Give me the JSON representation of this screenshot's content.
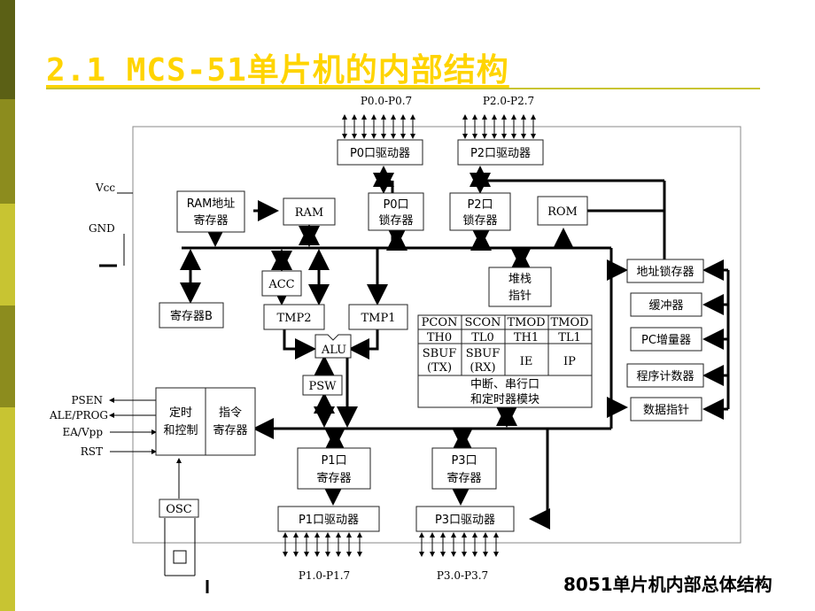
{
  "slide": {
    "title": "2.1 MCS-51单片机的内部结构",
    "caption": "8051单片机内部总体结构"
  },
  "colors": {
    "title": "#ffd400",
    "sidebar_dark": "#5b6015",
    "sidebar_mid": "#8c8c1e",
    "sidebar_light": "#c8c432",
    "rule": "#c8c432"
  },
  "ports": {
    "p0": "P0.0-P0.7",
    "p2": "P2.0-P2.7",
    "p1": "P1.0-P1.7",
    "p3": "P3.0-P3.7"
  },
  "pins": {
    "vcc": "Vcc",
    "gnd": "GND",
    "psen": "PSEN",
    "ale": "ALE/PROG",
    "ea": "EA/Vpp",
    "rst": "RST"
  },
  "blocks": {
    "p0_driver": "P0口驱动器",
    "p2_driver": "P2口驱动器",
    "ram_addr_1": "RAM地址",
    "ram_addr_2": "寄存器",
    "ram": "RAM",
    "p0_latch_1": "P0口",
    "p0_latch_2": "锁存器",
    "p2_latch_1": "P2口",
    "p2_latch_2": "锁存器",
    "rom": "ROM",
    "acc": "ACC",
    "stack_1": "堆栈",
    "stack_2": "指针",
    "reg_b": "寄存器B",
    "tmp2": "TMP2",
    "tmp1": "TMP1",
    "alu": "ALU",
    "psw": "PSW",
    "timing_1": "定时",
    "timing_2": "和控制",
    "ir_1": "指令",
    "ir_2": "寄存器",
    "osc": "OSC",
    "p1_reg_1": "P1口",
    "p1_reg_2": "寄存器",
    "p3_reg_1": "P3口",
    "p3_reg_2": "寄存器",
    "p1_driver": "P1口驱动器",
    "p3_driver": "P3口驱动器",
    "addr_latch": "地址锁存器",
    "buffer": "缓冲器",
    "pc_inc": "PC增量器",
    "pc": "程序计数器",
    "dptr": "数据指针"
  },
  "sfr": {
    "pcon": "PCON",
    "scon": "SCON",
    "tmod_a": "TMOD",
    "tmod_b": "TMOD",
    "th0": "TH0",
    "tl0": "TL0",
    "th1": "TH1",
    "tl1": "TL1",
    "sbuf_tx_1": "SBUF",
    "sbuf_tx_2": "(TX)",
    "sbuf_rx_1": "SBUF",
    "sbuf_rx_2": "(RX)",
    "ie": "IE",
    "ip": "IP",
    "module_1": "中断、串行口",
    "module_2": "和定时器模块"
  }
}
